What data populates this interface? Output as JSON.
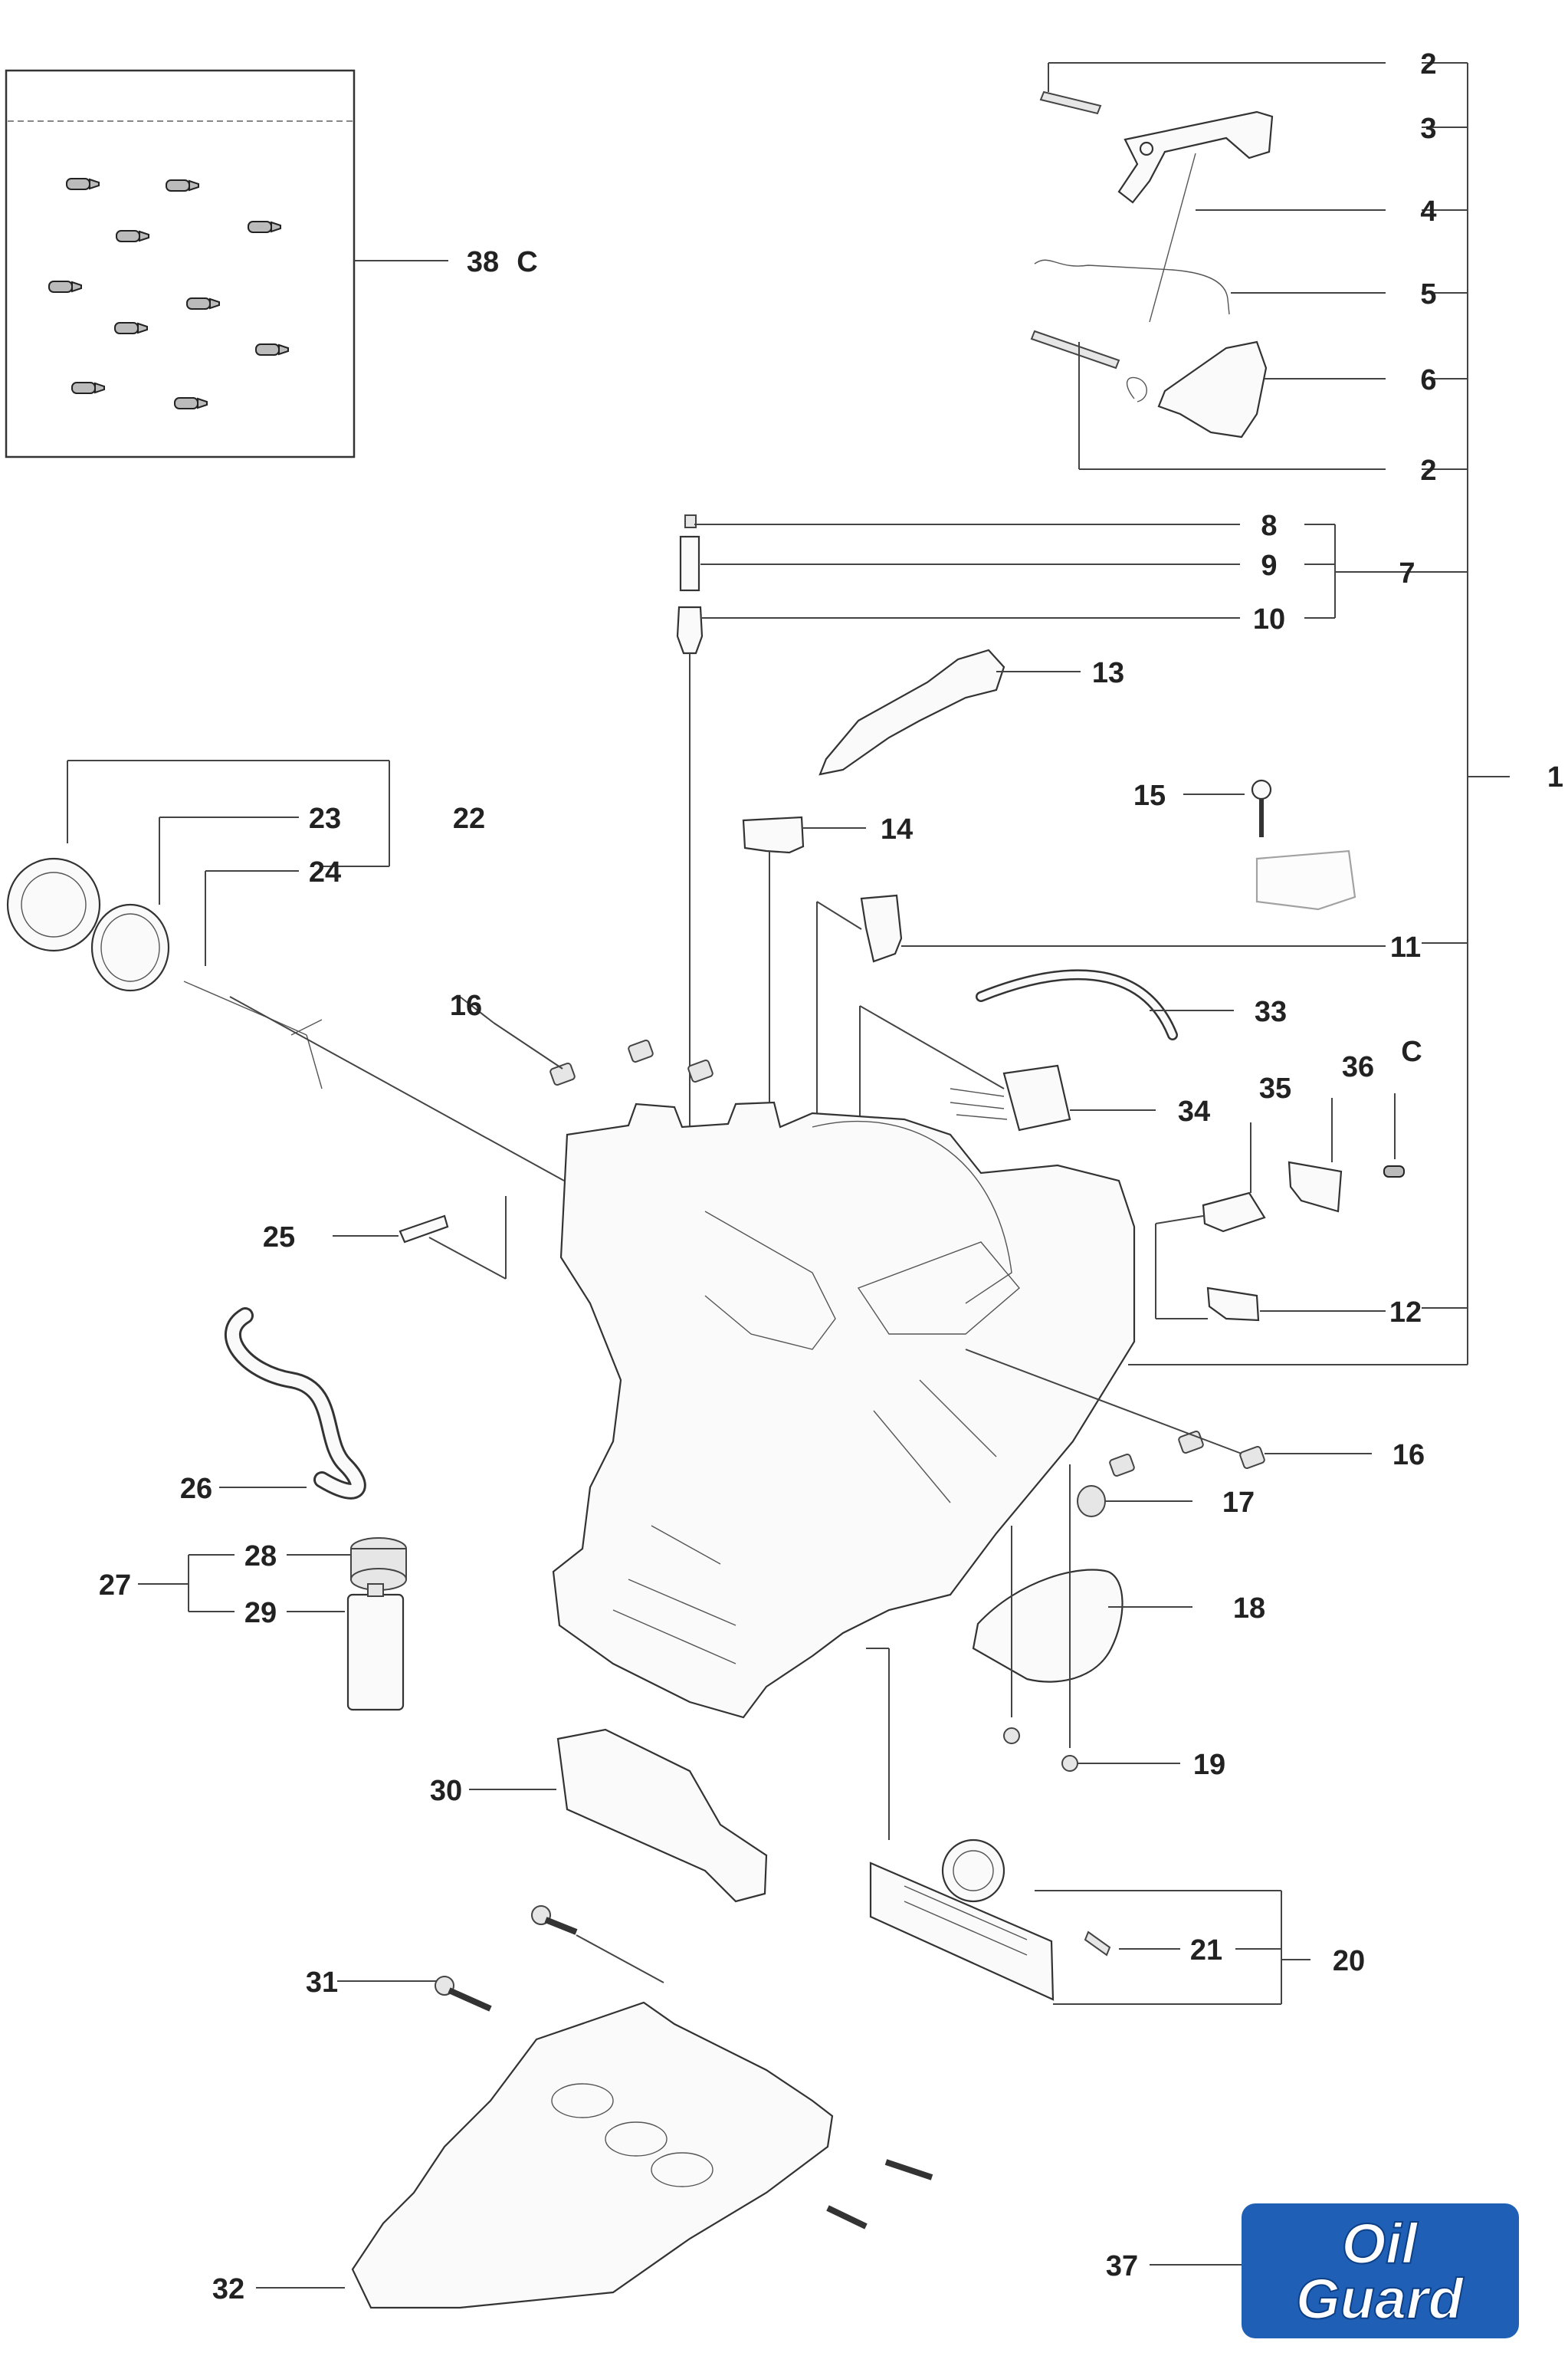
{
  "callouts": {
    "c1": "1",
    "c2a": "2",
    "c2b": "2",
    "c3": "3",
    "c4": "4",
    "c5": "5",
    "c6": "6",
    "c7": "7",
    "c8": "8",
    "c9": "9",
    "c10": "10",
    "c11": "11",
    "c12": "12",
    "c13": "13",
    "c14": "14",
    "c15": "15",
    "c16a": "16",
    "c16b": "16",
    "c17": "17",
    "c18": "18",
    "c19": "19",
    "c20": "20",
    "c21": "21",
    "c22": "22",
    "c23": "23",
    "c24": "24",
    "c25": "25",
    "c26": "26",
    "c27": "27",
    "c28": "28",
    "c29": "29",
    "c30": "30",
    "c31": "31",
    "c32": "32",
    "c33": "33",
    "c34": "34",
    "c35": "35",
    "c36": "36",
    "c37": "37",
    "c38": "38",
    "cC_top": "C",
    "cC_side": "C"
  },
  "badge": {
    "line1": "Oil",
    "line2": "Guard",
    "color": "#1f5fb5"
  }
}
